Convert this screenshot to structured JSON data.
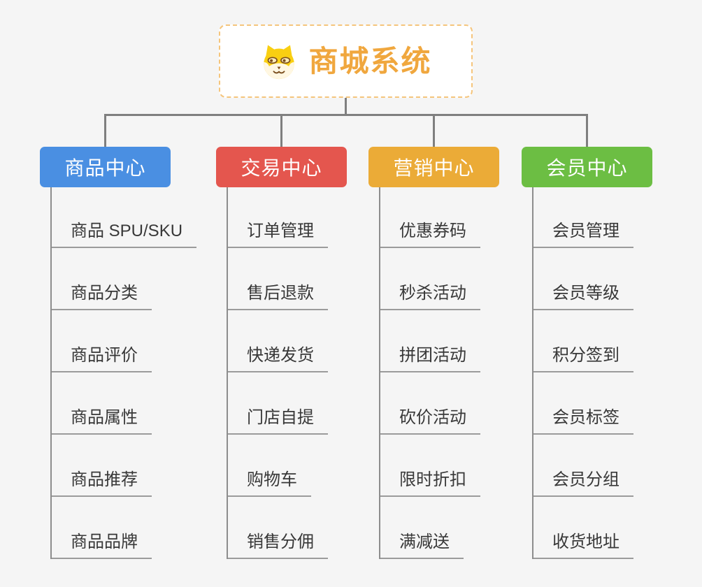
{
  "root": {
    "title": "商城系统",
    "icon": "dog-face-icon",
    "accent_color": "#F0A73E",
    "border_color": "#F5C57C"
  },
  "connector_color": "#7F7F7F",
  "branches": [
    {
      "label": "商品中心",
      "color": "#4A8FE2",
      "children": [
        "商品 SPU/SKU",
        "商品分类",
        "商品评价",
        "商品属性",
        "商品推荐",
        "商品品牌"
      ]
    },
    {
      "label": "交易中心",
      "color": "#E4564E",
      "children": [
        "订单管理",
        "售后退款",
        "快递发货",
        "门店自提",
        "购物车",
        "销售分佣"
      ]
    },
    {
      "label": "营销中心",
      "color": "#EBAB37",
      "children": [
        "优惠券码",
        "秒杀活动",
        "拼团活动",
        "砍价活动",
        "限时折扣",
        "满减送"
      ]
    },
    {
      "label": "会员中心",
      "color": "#6CBE43",
      "children": [
        "会员管理",
        "会员等级",
        "积分签到",
        "会员标签",
        "会员分组",
        "收货地址"
      ]
    }
  ]
}
